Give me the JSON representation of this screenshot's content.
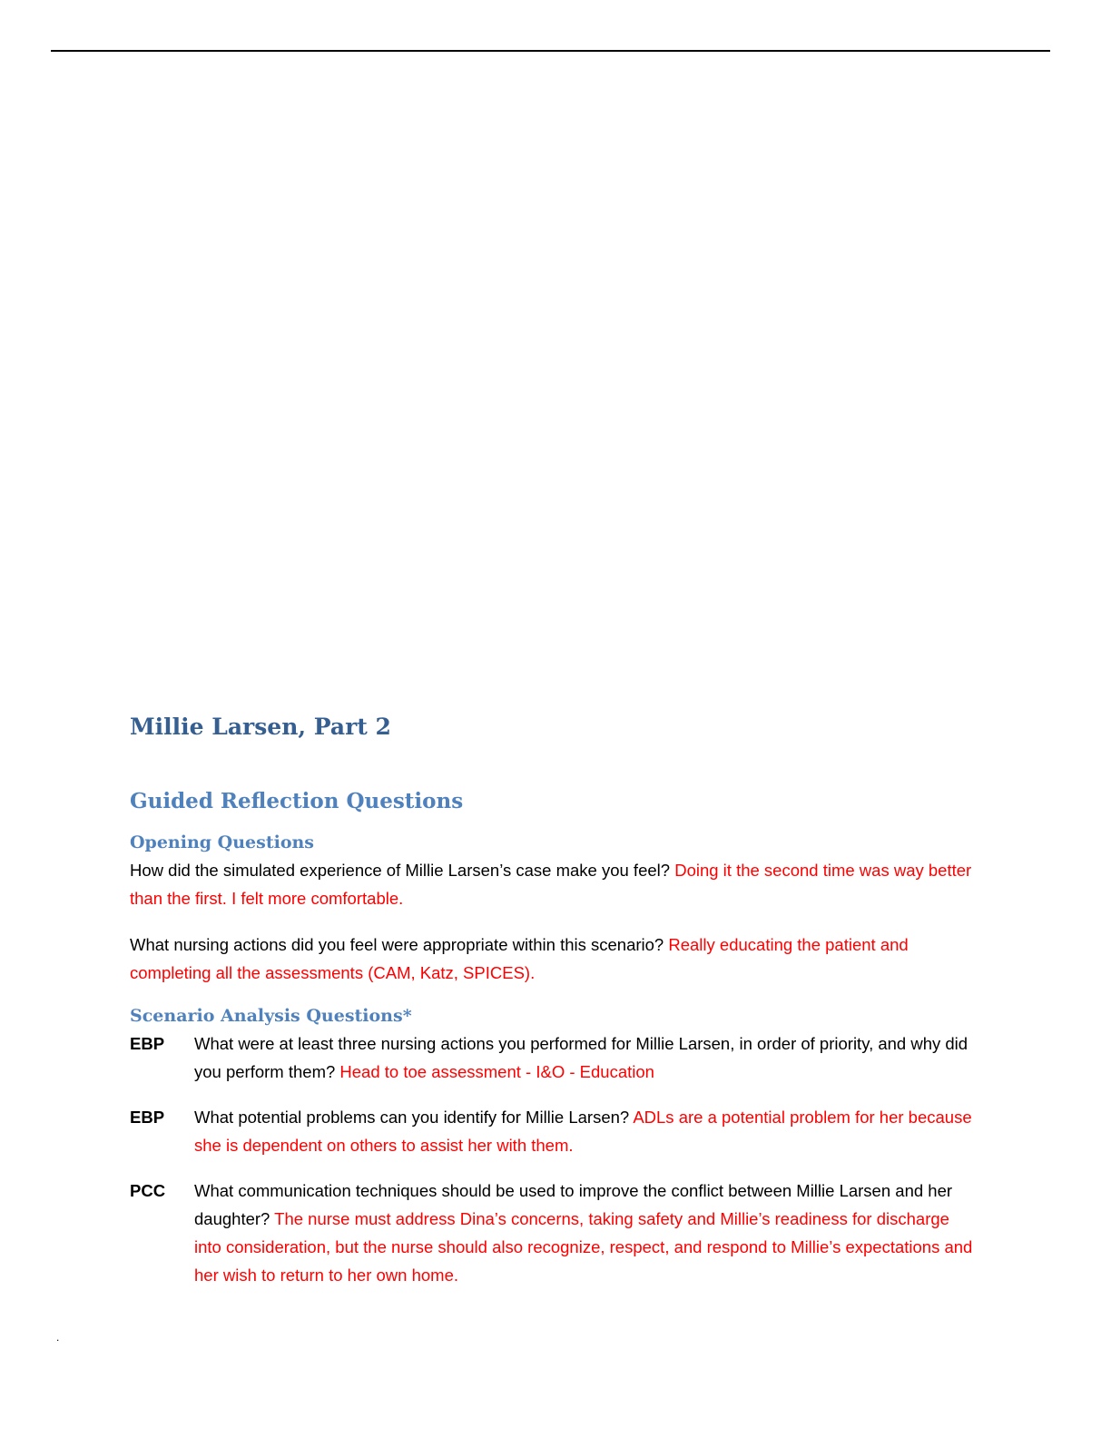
{
  "document": {
    "title": "Millie Larsen, Part 2",
    "section_heading": "Guided Reflection Questions",
    "opening": {
      "heading": "Opening Questions",
      "items": [
        {
          "question": "How did the simulated experience of Millie Larsen’s case make you feel?",
          "answer": "Doing it the second time was way better than the first. I felt more comfortable."
        },
        {
          "question": "What nursing actions did you feel were appropriate within this scenario?",
          "answer": "Really educating the patient and completing all the assessments (CAM, Katz, SPICES)."
        }
      ]
    },
    "scenario": {
      "heading": "Scenario Analysis Questions*",
      "items": [
        {
          "tag": "EBP",
          "question": "What were at least three nursing actions you performed for Millie Larsen, in order of priority, and why did you perform them?",
          "answer": "Head to toe assessment - I&O - Education"
        },
        {
          "tag": "EBP",
          "question": "What potential problems can you identify for Millie Larsen?",
          "answer": "ADLs are a potential problem for her because she is dependent on others to assist her with them."
        },
        {
          "tag": "PCC",
          "question": "What communication techniques should be used to improve the conflict between Millie Larsen and her daughter?",
          "answer": "The nurse must address Dina’s concerns, taking safety and Millie’s readiness for discharge into consideration, but the nurse should also recognize, respect, and respond to Millie’s expectations and her wish to return to her own home."
        }
      ]
    },
    "footer_mark": "."
  },
  "colors": {
    "title": "#365f91",
    "heading": "#4f81bd",
    "answer": "#ff0000"
  }
}
